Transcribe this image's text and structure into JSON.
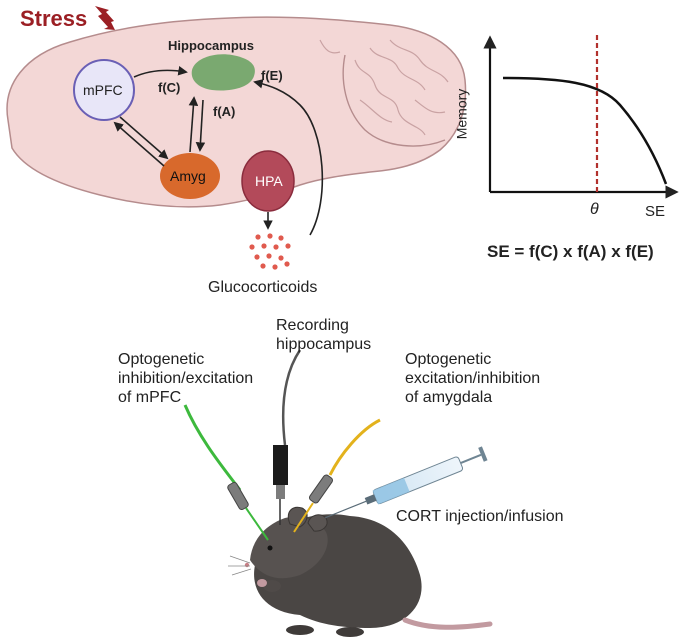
{
  "stress": {
    "label": "Stress"
  },
  "brain": {
    "hippocampus": "Hippocampus",
    "mpfc": "mPFC",
    "amyg": "Amyg",
    "hpa": "HPA",
    "glucocorticoids": "Glucocorticoids",
    "f_c": "f(C)",
    "f_a": "f(A)",
    "f_e": "f(E)"
  },
  "curve_plot": {
    "ylabel": "Memory",
    "xlabel": "SE",
    "threshold_symbol": "θ",
    "equation": "SE = f(C) x f(A) x f(E)"
  },
  "experiment": {
    "mpfc_label": "Optogenetic\ninhibition/excitation\nof mPFC",
    "recording_label": "Recording\nhippocampus",
    "amygdala_label": "Optogenetic\nexcitation/inhibition\nof amygdala",
    "cort_label": "CORT injection/infusion"
  },
  "colors": {
    "stress": "#9b1f24",
    "brain_fill": "#f3d7d6",
    "brain_stroke": "#b58c8d",
    "hippocampus": "#7aa970",
    "mpfc_fill": "#e8e6f8",
    "mpfc_stroke": "#6a5fb5",
    "amyg": "#d8692c",
    "hpa": "#b34a5a",
    "threshold_line": "#b2312d",
    "green_fiber": "#3db93d",
    "yellow_fiber": "#e3b21c",
    "mouse": "#4a4644"
  }
}
